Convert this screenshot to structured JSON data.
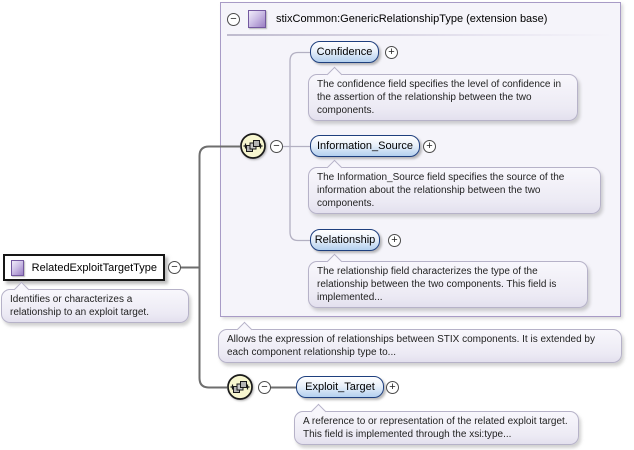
{
  "diagram": {
    "root": {
      "label": "RelatedExploitTargetType",
      "annotation": "Identifies or characterizes a relationship to an exploit target."
    },
    "extension": {
      "title": "stixCommon:GenericRelationshipType (extension base)",
      "annotation": "Allows the expression of relationships between STIX components. It is extended by each component relationship type to...",
      "elements": [
        {
          "label": "Confidence",
          "annotation": "The confidence field specifies the level of confidence in the assertion of the relationship between the two components."
        },
        {
          "label": "Information_Source",
          "annotation": "The Information_Source field specifies the source of the information about the relationship between the two components."
        },
        {
          "label": "Relationship",
          "annotation": "The relationship field characterizes the type of the relationship between the two components. This field is implemented..."
        }
      ]
    },
    "local": {
      "elements": [
        {
          "label": "Exploit_Target",
          "annotation": "A reference to or representation of the related exploit target. This field is implemented through the xsi:type..."
        }
      ]
    },
    "icons": {
      "collapse_glyph": "−",
      "expand_glyph": "+"
    },
    "colors": {
      "element_border": "#1e3f7e",
      "element_fill": "#b4d0ef",
      "extension_border": "#a89bc6",
      "extension_fill": "#f5f4fa",
      "sequence_fill": "#f7f6cf",
      "annotation_fill": "#eceaf4",
      "connector_dark": "#6e6e6e",
      "connector_light": "#b3b0c2",
      "type_icon_purple": "#9a7ec3"
    }
  }
}
